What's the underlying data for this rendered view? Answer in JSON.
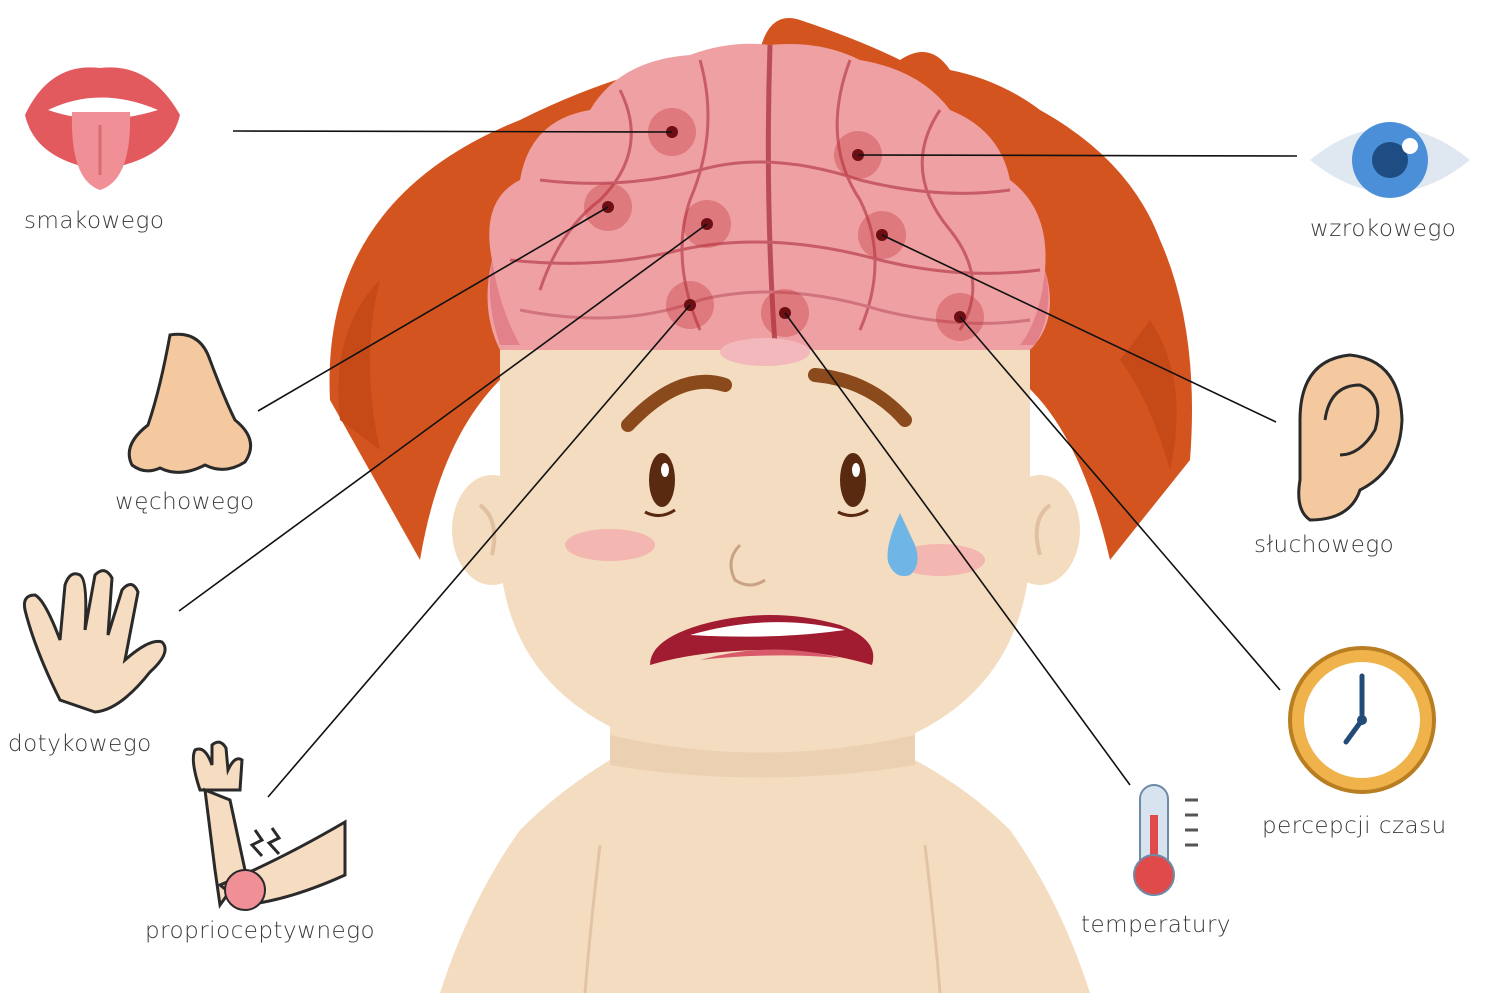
{
  "labels": {
    "taste": "smakowego",
    "vision": "wzrokowego",
    "smell": "węchowego",
    "hearing": "słuchowego",
    "touch": "dotykowego",
    "time": "percepcji czasu",
    "proprioception": "proprioceptywnego",
    "temperature": "temperatury"
  },
  "colors": {
    "hair": "#d4541f",
    "skin": "#f4dcc0",
    "brain": "#eea0a2",
    "hotspot": "#8b1d1d",
    "line": "#111111",
    "label": "#3a3a3a"
  },
  "icons": [
    "mouth-icon",
    "eye-icon",
    "nose-icon",
    "ear-icon",
    "hand-icon",
    "clock-icon",
    "arm-pain-icon",
    "thermometer-icon"
  ]
}
